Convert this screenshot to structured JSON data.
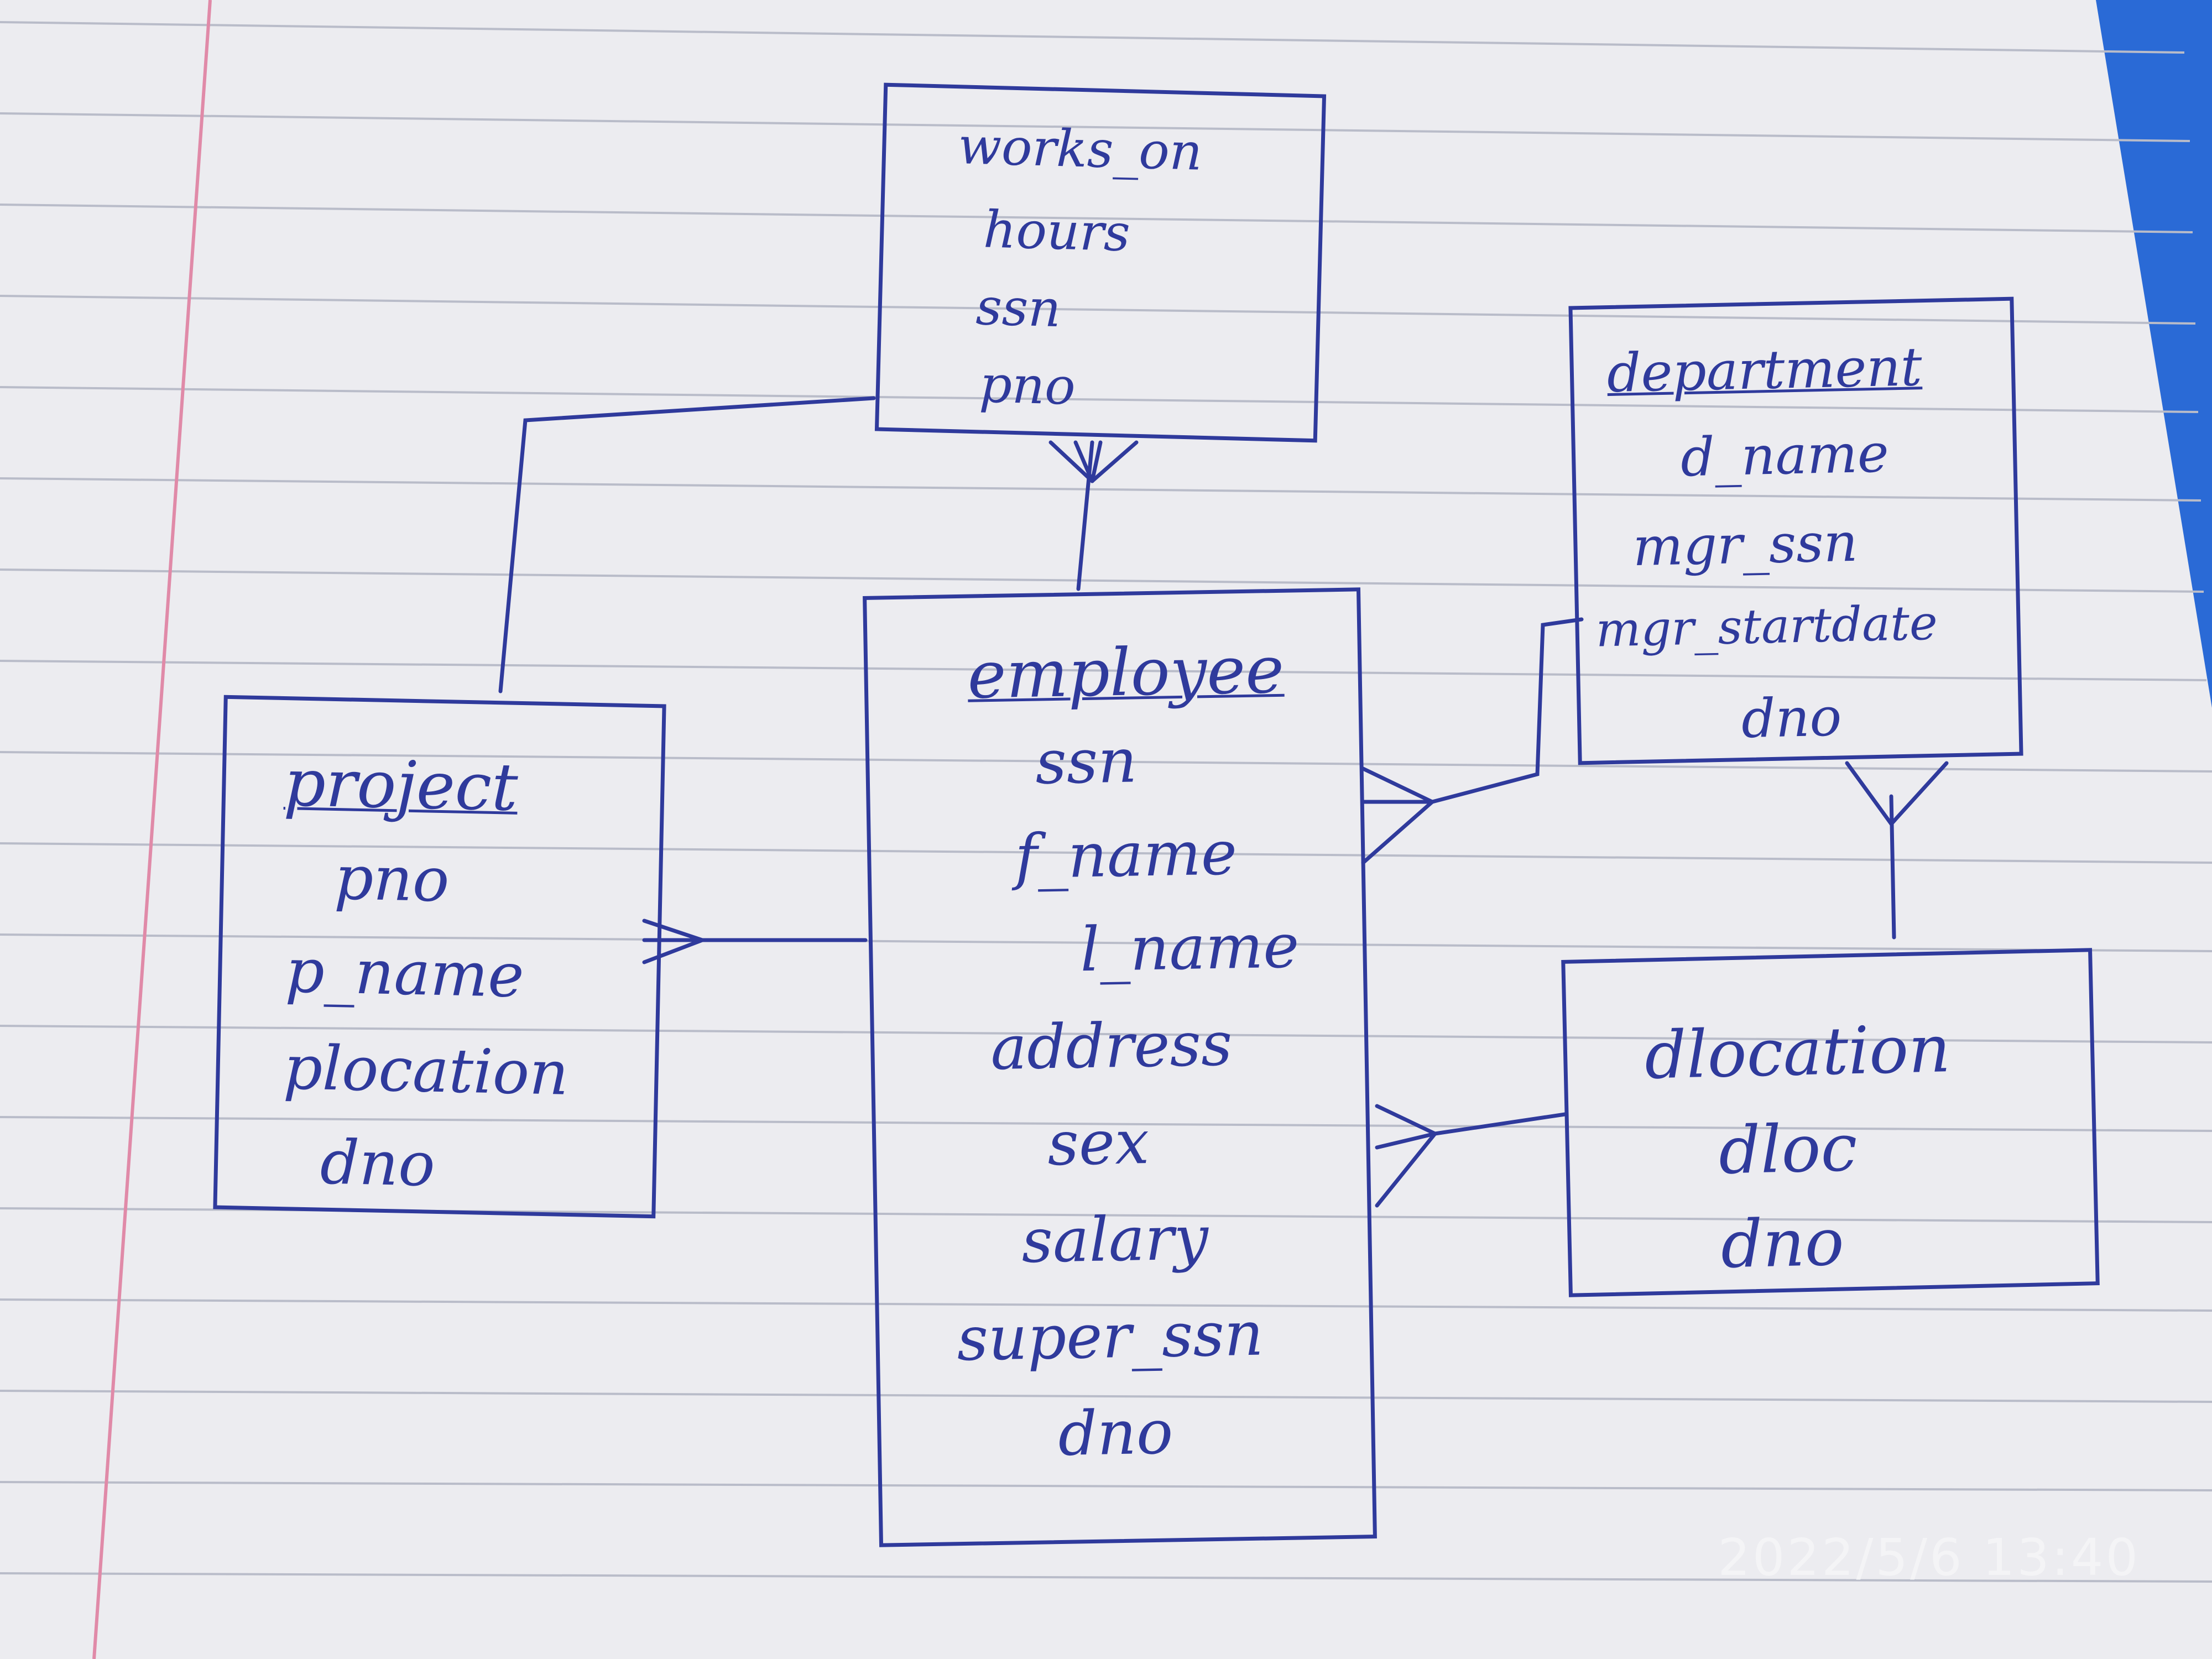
{
  "stamp": "2022/5/6  13:40",
  "colors": {
    "ink": "#2f3a9c",
    "paper": "#ececf0",
    "margin_line": "#e08aa8",
    "rule_line": "#b9bcc9",
    "desk": "#2a6ad6"
  },
  "entities": {
    "works_on": {
      "title": "works_on",
      "attrs": [
        "hours",
        "ssn",
        "pno"
      ]
    },
    "project": {
      "title": "project",
      "attrs": [
        "pno",
        "p_name",
        "plocation",
        "dno"
      ]
    },
    "employee": {
      "title": "employee",
      "attrs": [
        "ssn",
        "f_name",
        "l_name",
        "address",
        "sex",
        "salary",
        "super_ssn",
        "dno"
      ]
    },
    "department": {
      "title": "department",
      "attrs": [
        "d_name",
        "mgr_ssn",
        "mgr_startdate",
        "dno"
      ]
    },
    "dlocation": {
      "title": "dlocation",
      "attrs": [
        "dloc",
        "dno"
      ]
    }
  }
}
